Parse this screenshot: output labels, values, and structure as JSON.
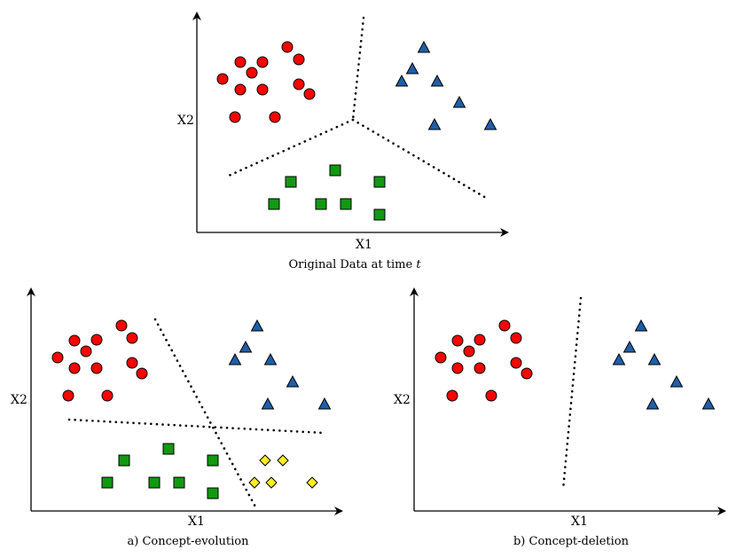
{
  "colors": {
    "circle": "#ff0000",
    "triangle": "#1f5fa8",
    "square": "#119911",
    "diamond": "#ffee22",
    "stroke": "#000000"
  },
  "panels": [
    {
      "id": "top",
      "xlabel": "X1",
      "ylabel": "X2",
      "caption_prefix": "Original Data at time ",
      "caption_var": "t",
      "caption": "",
      "circles": [
        [
          251,
          89
        ],
        [
          271,
          70
        ],
        [
          284,
          82
        ],
        [
          296,
          70
        ],
        [
          324,
          53
        ],
        [
          337,
          67
        ],
        [
          271,
          101
        ],
        [
          296,
          101
        ],
        [
          337,
          95
        ],
        [
          349,
          106
        ],
        [
          265,
          132
        ],
        [
          310,
          132
        ]
      ],
      "triangles": [
        [
          478,
          54
        ],
        [
          465,
          78
        ],
        [
          453,
          92
        ],
        [
          493,
          92
        ],
        [
          518,
          116
        ],
        [
          490,
          141
        ],
        [
          553,
          141
        ]
      ],
      "squares": [
        [
          378,
          192
        ],
        [
          328,
          205
        ],
        [
          428,
          205
        ],
        [
          309,
          230
        ],
        [
          362,
          230
        ],
        [
          390,
          230
        ],
        [
          428,
          242
        ]
      ],
      "diamonds": [],
      "lines": [
        [
          [
            410,
            20
          ],
          [
            398,
            135
          ]
        ],
        [
          [
            398,
            135
          ],
          [
            258,
            198
          ]
        ],
        [
          [
            398,
            135
          ],
          [
            548,
            223
          ]
        ]
      ]
    },
    {
      "id": "left",
      "xlabel": "X1",
      "ylabel": "X2",
      "caption": "a) Concept-evolution",
      "circles": [
        [
          65,
          403
        ],
        [
          84,
          384
        ],
        [
          97,
          396
        ],
        [
          109,
          383
        ],
        [
          137,
          367
        ],
        [
          149,
          381
        ],
        [
          84,
          415
        ],
        [
          109,
          415
        ],
        [
          149,
          409
        ],
        [
          160,
          421
        ],
        [
          77,
          446
        ],
        [
          121,
          446
        ]
      ],
      "triangles": [
        [
          290,
          368
        ],
        [
          277,
          392
        ],
        [
          265,
          406
        ],
        [
          305,
          406
        ],
        [
          330,
          431
        ],
        [
          302,
          456
        ],
        [
          366,
          456
        ]
      ],
      "squares": [
        [
          190,
          506
        ],
        [
          140,
          519
        ],
        [
          240,
          519
        ],
        [
          121,
          544
        ],
        [
          174,
          544
        ],
        [
          202,
          544
        ],
        [
          240,
          556
        ]
      ],
      "diamonds": [
        [
          299,
          519
        ],
        [
          319,
          519
        ],
        [
          287,
          544
        ],
        [
          306,
          544
        ],
        [
          352,
          544
        ]
      ],
      "lines": [
        [
          [
            175,
            360
          ],
          [
            290,
            575
          ]
        ],
        [
          [
            78,
            473
          ],
          [
            365,
            488
          ]
        ]
      ]
    },
    {
      "id": "right",
      "xlabel": "X1",
      "ylabel": "X2",
      "caption": "b) Concept-deletion",
      "circles": [
        [
          497,
          403
        ],
        [
          516,
          384
        ],
        [
          529,
          396
        ],
        [
          541,
          383
        ],
        [
          569,
          367
        ],
        [
          582,
          381
        ],
        [
          516,
          415
        ],
        [
          541,
          415
        ],
        [
          582,
          409
        ],
        [
          594,
          421
        ],
        [
          510,
          446
        ],
        [
          554,
          446
        ]
      ],
      "triangles": [
        [
          723,
          368
        ],
        [
          710,
          392
        ],
        [
          698,
          406
        ],
        [
          738,
          406
        ],
        [
          763,
          431
        ],
        [
          736,
          456
        ],
        [
          799,
          456
        ]
      ],
      "squares": [],
      "diamonds": [],
      "lines": [
        [
          [
            655,
            336
          ],
          [
            635,
            552
          ]
        ]
      ]
    }
  ]
}
